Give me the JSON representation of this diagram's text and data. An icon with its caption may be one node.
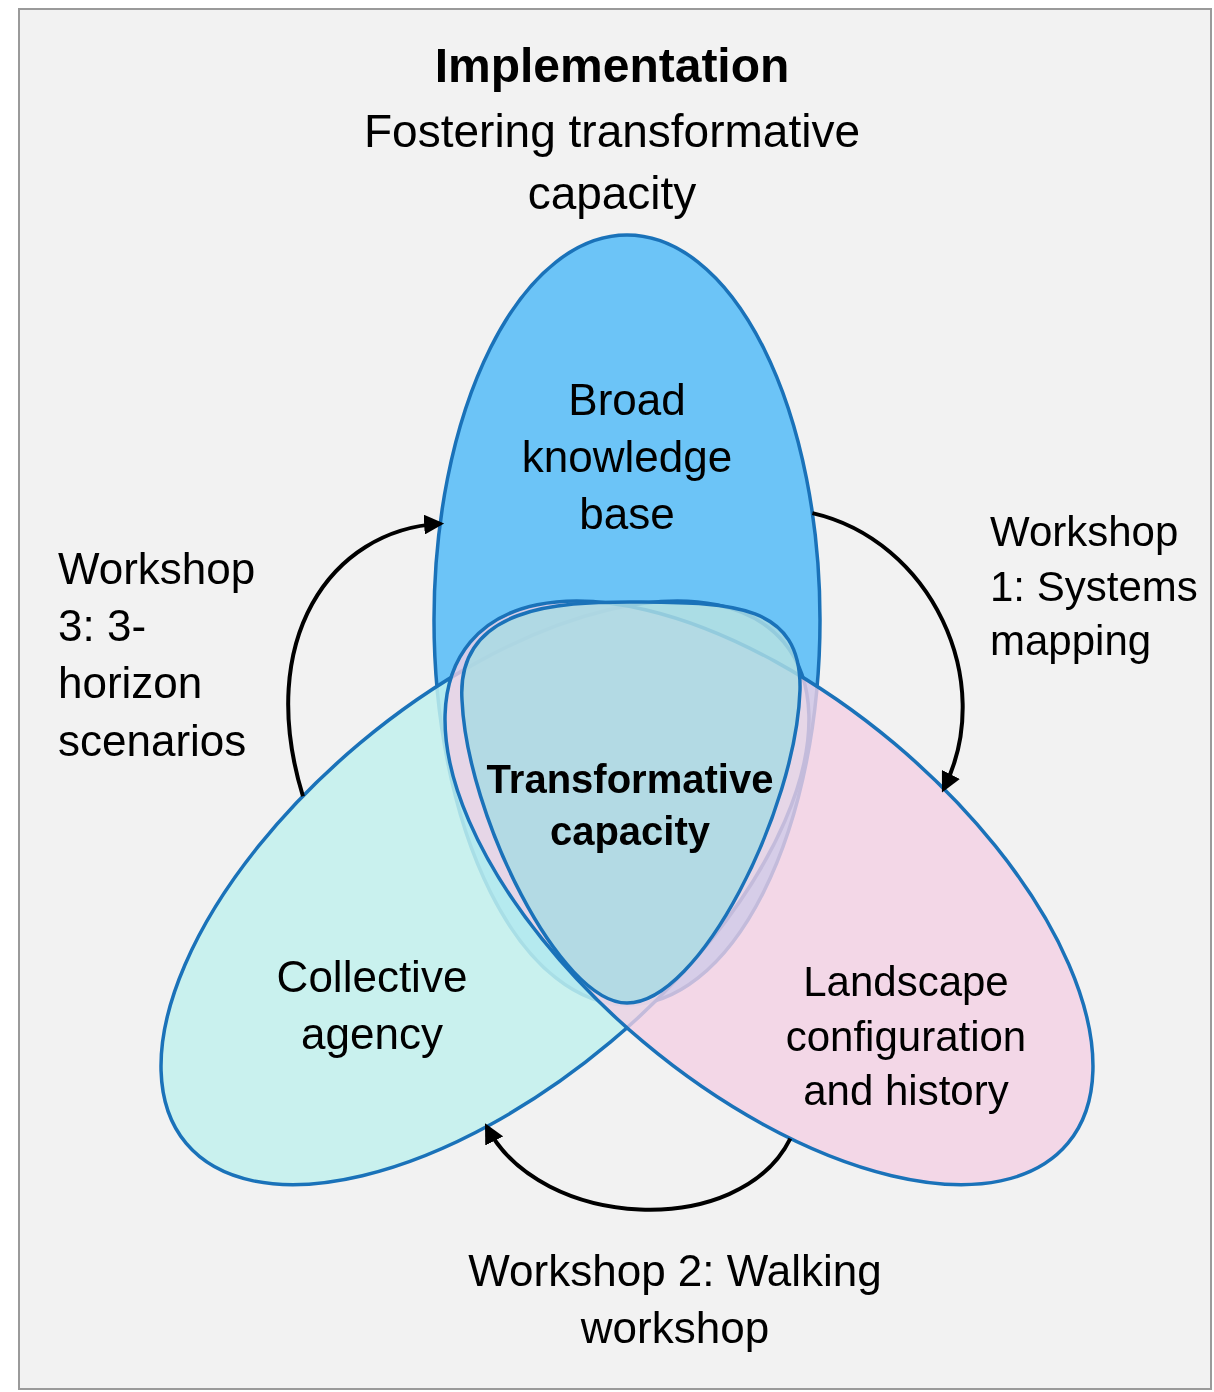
{
  "diagram": {
    "title": "Implementation",
    "nodes": [
      {
        "text": [
          "Broad knowledge base"
        ]
      },
      {
        "text": [
          "Collective agency"
        ]
      },
      {
        "text": [
          "Landscape configuration and history"
        ]
      },
      {
        "text": [
          "Transformative capacity"
        ]
      }
    ],
    "edges": [
      {
        "from": 0,
        "to": 2,
        "arrow": "to",
        "label": "Workshop 1: Systems mapping"
      },
      {
        "from": 2,
        "to": 1,
        "arrow": "to",
        "label": "Workshop 2: Walking workshop"
      },
      {
        "from": 1,
        "to": 0,
        "arrow": "to",
        "label": "Workshop 3: 3-horizon scenarios"
      }
    ],
    "labels": [
      "Fostering transformative capacity"
    ]
  }
}
